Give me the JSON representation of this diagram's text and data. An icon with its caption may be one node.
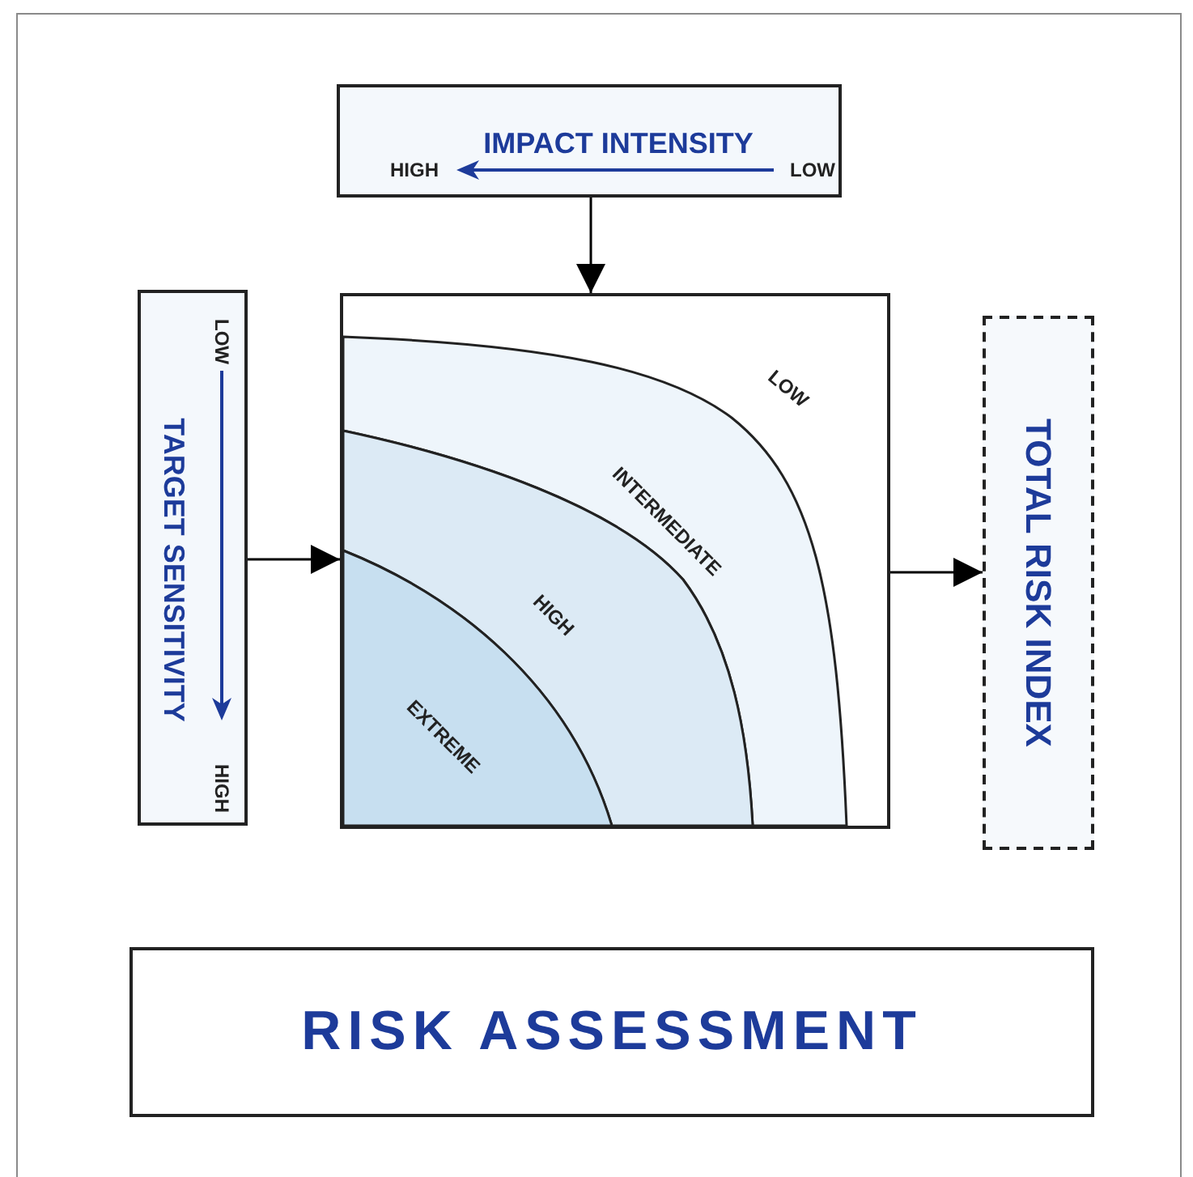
{
  "diagram": {
    "nodes": [
      {
        "text": [
          "IMPACT INTENSITY",
          "HIGH",
          "LOW"
        ]
      },
      {
        "text": [
          "TARGET SENSITIVITY",
          "LOW",
          "HIGH"
        ]
      },
      {
        "text": [],
        "shape": "box"
      },
      {
        "text": [
          "TOTAL RISK INDEX"
        ]
      },
      {
        "text": [
          "RISK ASSESSMENT"
        ]
      }
    ],
    "edges": [
      {
        "from": 0,
        "to": 2,
        "arrow": "to"
      },
      {
        "from": 1,
        "to": 2,
        "arrow": "to"
      },
      {
        "from": 2,
        "to": 3,
        "arrow": "to"
      }
    ],
    "labels": [
      "LOW",
      "INTERMEDIATE",
      "HIGH",
      "EXTREME"
    ]
  }
}
